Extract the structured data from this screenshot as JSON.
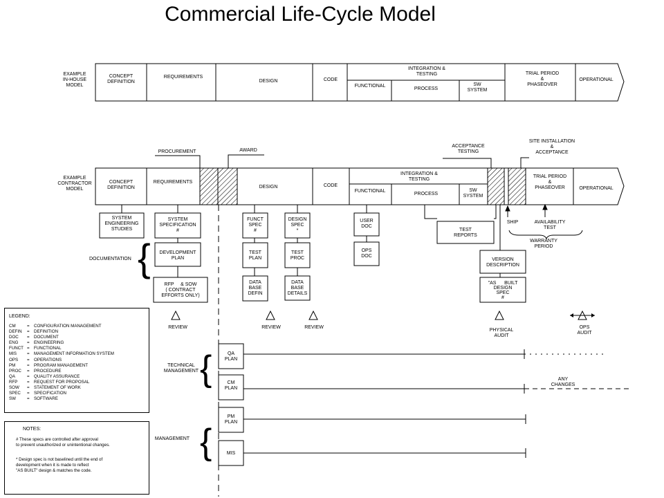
{
  "title": "Commercial Life-Cycle Model",
  "inhouse": {
    "label": [
      "EXAMPLE",
      "IN-HOUSE",
      "MODEL"
    ],
    "phases": {
      "concept": [
        "CONCEPT",
        "DEFINITION"
      ],
      "requirements": "REQUIREMENTS",
      "design": "DESIGN",
      "code": "CODE",
      "integration": [
        "INTEGRATION &",
        "TESTING"
      ],
      "functional": "FUNCTIONAL",
      "process": "PROCESS",
      "sw_system": [
        "SW",
        "SYSTEM"
      ],
      "trial": [
        "TRIAL PERIOD",
        "&",
        "PHASEOVER"
      ],
      "operational": "OPERATIONAL"
    }
  },
  "contractor": {
    "label": [
      "EXAMPLE",
      "CONTRACTOR",
      "MODEL"
    ],
    "phases": {
      "concept": [
        "CONCEPT",
        "DEFINITION"
      ],
      "requirements": "REQUIREMENTS",
      "design": "DESIGN",
      "code": "CODE",
      "integration": [
        "INTEGRATION &",
        "TESTING"
      ],
      "functional": "FUNCTIONAL",
      "process": "PROCESS",
      "sw_system": [
        "SW",
        "SYSTEM"
      ],
      "trial": [
        "TRIAL PERIOD",
        "&",
        "PHASEOVER"
      ],
      "operational": "OPERATIONAL"
    },
    "procurement": "PROCUREMENT",
    "award": "AWARD",
    "acceptance_testing": [
      "ACCEPTANCE",
      "TESTING"
    ],
    "site_installation": [
      "SITE INSTALLATION",
      "&",
      "ACCEPTANCE"
    ]
  },
  "documents": {
    "system_eng": [
      "SYSTEM",
      "ENGINEERING",
      "STUDIES"
    ],
    "system_spec": [
      "SYSTEM",
      "SPECIFICATION",
      "#"
    ],
    "dev_plan": [
      "DEVELOPMENT",
      "PLAN"
    ],
    "rfp_sow": [
      "RFP     & SOW",
      "( CONTRACT",
      "EFFORTS ONLY)"
    ],
    "funct_spec": [
      "FUNCT",
      "SPEC",
      "#"
    ],
    "test_plan": [
      "TEST",
      "PLAN"
    ],
    "database_defin": [
      "DATA",
      "BASE",
      "DEFIN"
    ],
    "design_spec": [
      "DESIGN",
      "SPEC",
      "*"
    ],
    "test_proc": [
      "TEST",
      "PROC"
    ],
    "database_details": [
      "DATA",
      "BASE",
      "DETAILS"
    ],
    "user_doc": [
      "USER",
      "DOC"
    ],
    "ops_doc": [
      "OPS",
      "DOC"
    ],
    "test_reports": [
      "TEST",
      "REPORTS"
    ],
    "version_description": [
      "VERSION",
      "DESCRIPTION"
    ],
    "as_built": [
      "\"AS      BUILT",
      "DESIGN",
      "SPEC",
      "#"
    ],
    "documentation": "DOCUMENTATION"
  },
  "reviews": {
    "review": "REVIEW",
    "physical_audit": [
      "PHYSICAL",
      "AUDIT"
    ],
    "ops_audit": [
      "OPS",
      "AUDIT"
    ]
  },
  "ship": "SHIP",
  "availability_test": [
    "AVAILABILITY",
    "TEST"
  ],
  "warranty_period": [
    "WARRANTY",
    "PERIOD"
  ],
  "technical_management": {
    "label": [
      "TECHNICAL",
      "MANAGEMENT"
    ],
    "qa_plan": [
      "QA",
      "PLAN"
    ],
    "cm_plan": [
      "CM",
      "PLAN"
    ],
    "any_changes": [
      "ANY",
      "CHANGES"
    ]
  },
  "management": {
    "label": "MANAGEMENT",
    "pm_plan": [
      "PM",
      "PLAN"
    ],
    "mis": "MIS"
  },
  "legend": {
    "title": "LEGEND:",
    "items": [
      {
        "abbr": "CM",
        "def": "CONFIGURATION MANAGEMENT"
      },
      {
        "abbr": "DEFIN",
        "def": "DEFINITION"
      },
      {
        "abbr": "DOC",
        "def": "DOCUMENT"
      },
      {
        "abbr": "ENG",
        "def": "ENGINEERING"
      },
      {
        "abbr": "FUNCT",
        "def": "FUNCTIONAL"
      },
      {
        "abbr": "MIS",
        "def": "MANAGEMENT INFORMATION SYSTEM"
      },
      {
        "abbr": "OPS",
        "def": "OPERATIONS"
      },
      {
        "abbr": "PM",
        "def": "PROGRAM MANAGEMENT"
      },
      {
        "abbr": "PROC",
        "def": "PROCEDURE"
      },
      {
        "abbr": "QA",
        "def": "QUALITY ASSURANCE"
      },
      {
        "abbr": "RFP",
        "def": "REQUEST FOR PROPOSAL"
      },
      {
        "abbr": "SOW",
        "def": "STATEMENT OF WORK"
      },
      {
        "abbr": "SPEC",
        "def": "SPECIFICATION"
      },
      {
        "abbr": "SW",
        "def": "SOFTWARE"
      }
    ]
  },
  "notes": {
    "title": "NOTES:",
    "note1": [
      "# These specs are controlled after approval",
      "to prevent unauthorized or unintentional changes."
    ],
    "note2": [
      "*  Design spec is not baselined until the end of",
      "development when it is made to reflect",
      "\"AS BUILT\" design & matches the code."
    ]
  }
}
